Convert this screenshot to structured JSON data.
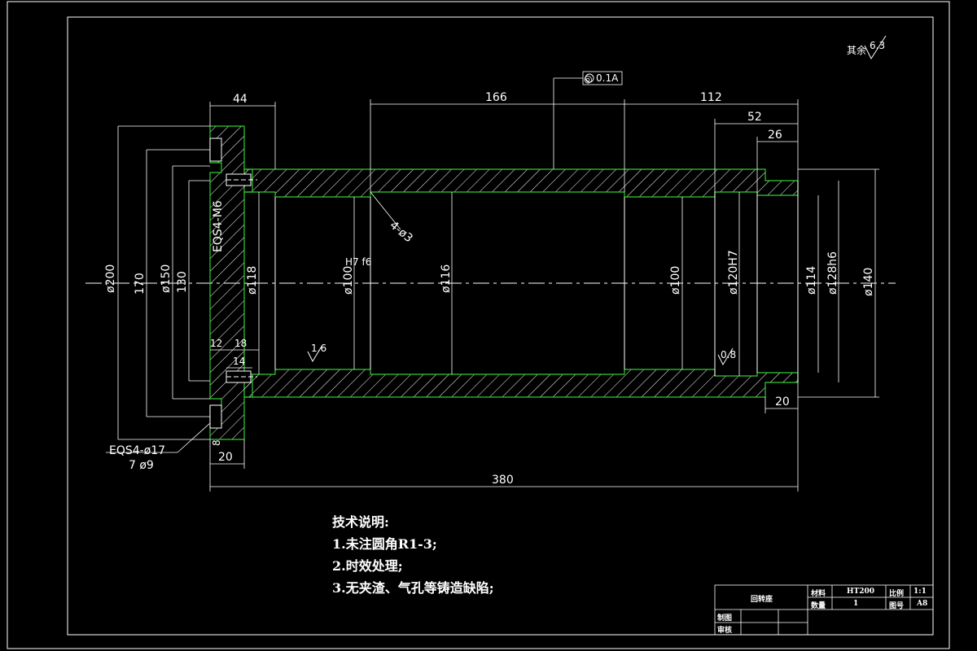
{
  "surface_finish": {
    "label": "其余",
    "value": "6.3"
  },
  "tolerance": {
    "symbol": "◎",
    "value": "0.1A"
  },
  "dimensions": {
    "d44": "44",
    "d166": "166",
    "d112": "112",
    "d52": "52",
    "d26": "26",
    "d380": "380",
    "d20_bottom": "20",
    "d20_right": "20",
    "d12": "12",
    "d18": "18",
    "d14": "14",
    "d8": "8",
    "phi200": "ø200",
    "d170": "170",
    "phi150": "ø150",
    "d130": "130",
    "phi118": "ø118",
    "phi100": "ø100",
    "phi100_tol": "H7\nf6",
    "phi116": "ø116",
    "phi100b": "ø100",
    "phi120": "ø120H7",
    "phi114": "ø114",
    "phi128": "ø128h6",
    "phi140": "ø140",
    "holes_4": "4-ø3",
    "thread": "EQS4-M6",
    "holes_17": "EQS4-ø17",
    "holes_9": "7 ø9",
    "rough_1": "1.6",
    "rough_2": "0.8"
  },
  "notes": {
    "title": "技术说明:",
    "items": [
      "1.未注圆角R1-3;",
      "2.时效处理;",
      "3.无夹渣、气孔等铸造缺陷;"
    ]
  },
  "title_block": {
    "part_name": "回转座",
    "material_label": "材料",
    "material_value": "HT200",
    "scale_label": "比例",
    "scale_value": "1:1",
    "qty_label": "数量",
    "qty_value": "1",
    "drawing_no_label": "图号",
    "drawing_no_value": "A8",
    "drawn_label": "制图",
    "checked_label": "审核"
  },
  "colors": {
    "background": "#000000",
    "lines": "#ffffff",
    "section": "#33cc33"
  }
}
